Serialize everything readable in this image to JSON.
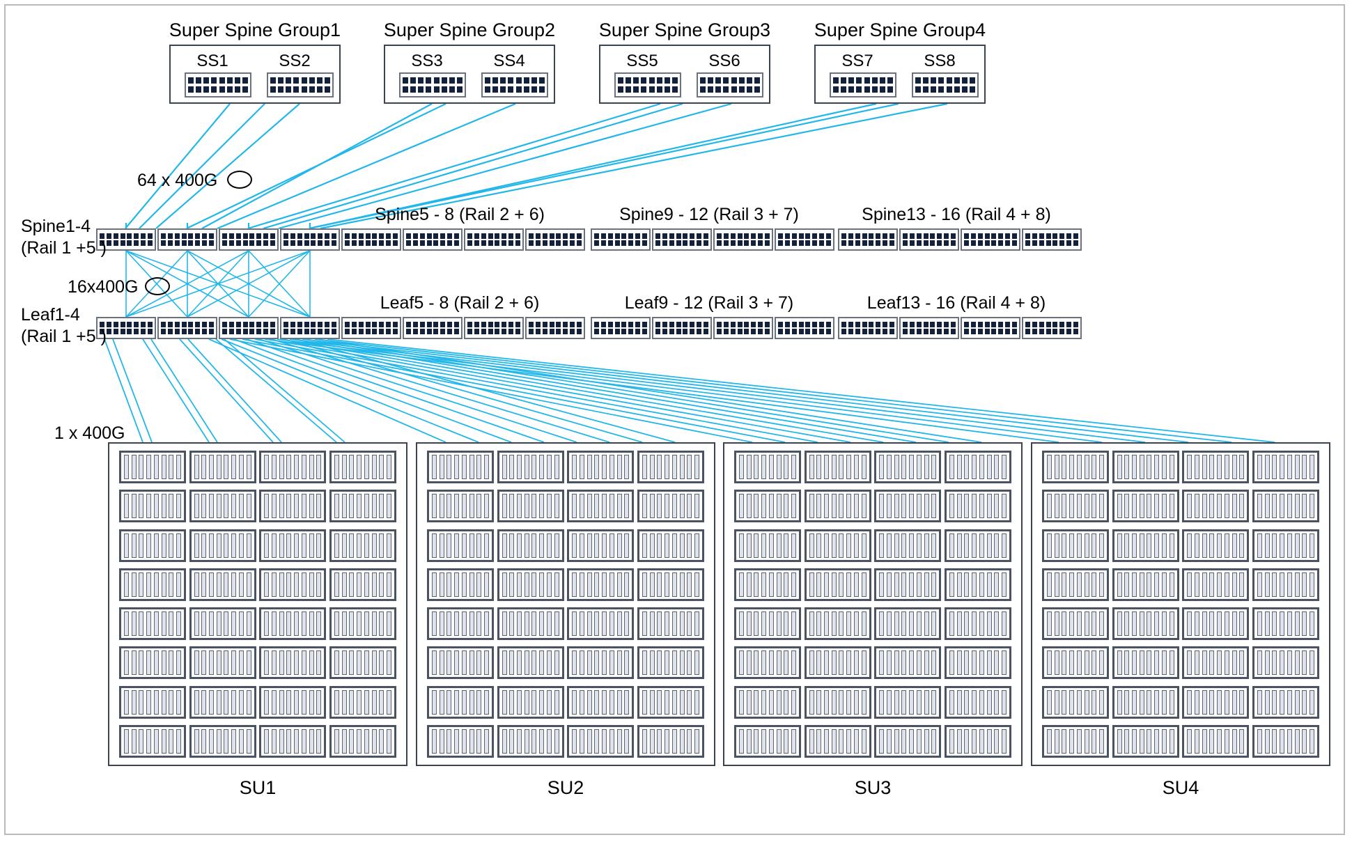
{
  "diagram": {
    "title": "Rail-optimized AI datacenter network topology",
    "accent_link_color": "#22b7e8",
    "box_border_color": "#3b4350",
    "port_color": "#13213d"
  },
  "super_spine_groups": [
    {
      "title": "Super Spine Group1",
      "switches": [
        "SS1",
        "SS2"
      ]
    },
    {
      "title": "Super Spine Group2",
      "switches": [
        "SS3",
        "SS4"
      ]
    },
    {
      "title": "Super Spine Group3",
      "switches": [
        "SS5",
        "SS6"
      ]
    },
    {
      "title": "Super Spine Group4",
      "switches": [
        "SS7",
        "SS8"
      ]
    }
  ],
  "spine_row": {
    "side_label_line1": "Spine1-4",
    "side_label_line2": "(Rail 1 +5 )",
    "group_labels": [
      "Spine5 - 8 (Rail 2 + 6)",
      "Spine9 - 12 (Rail 3 + 7)",
      "Spine13 - 16 (Rail 4 + 8)"
    ],
    "switches_per_group": 4,
    "group_count": 4
  },
  "leaf_row": {
    "side_label_line1": "Leaf1-4",
    "side_label_line2": "(Rail 1 +5 )",
    "group_labels": [
      "Leaf5 - 8 (Rail 2 + 6)",
      "Leaf9 - 12 (Rail 3 + 7)",
      "Leaf13 - 16 (Rail 4 + 8)"
    ],
    "switches_per_group": 4,
    "group_count": 4
  },
  "annotations": [
    {
      "text": "64 x 400G",
      "marker": "ellipse"
    },
    {
      "text": "16x400G",
      "marker": "ellipse"
    },
    {
      "text": "1 x 400G",
      "marker": "none"
    }
  ],
  "scalable_units": [
    {
      "label": "SU1"
    },
    {
      "label": "SU2"
    },
    {
      "label": "SU3"
    },
    {
      "label": "SU4"
    }
  ],
  "su_grid": {
    "rows": 8,
    "cols": 4,
    "slots_per_server": 8
  },
  "switch_icon": {
    "port_rows": 2,
    "ports_per_row": 8
  }
}
